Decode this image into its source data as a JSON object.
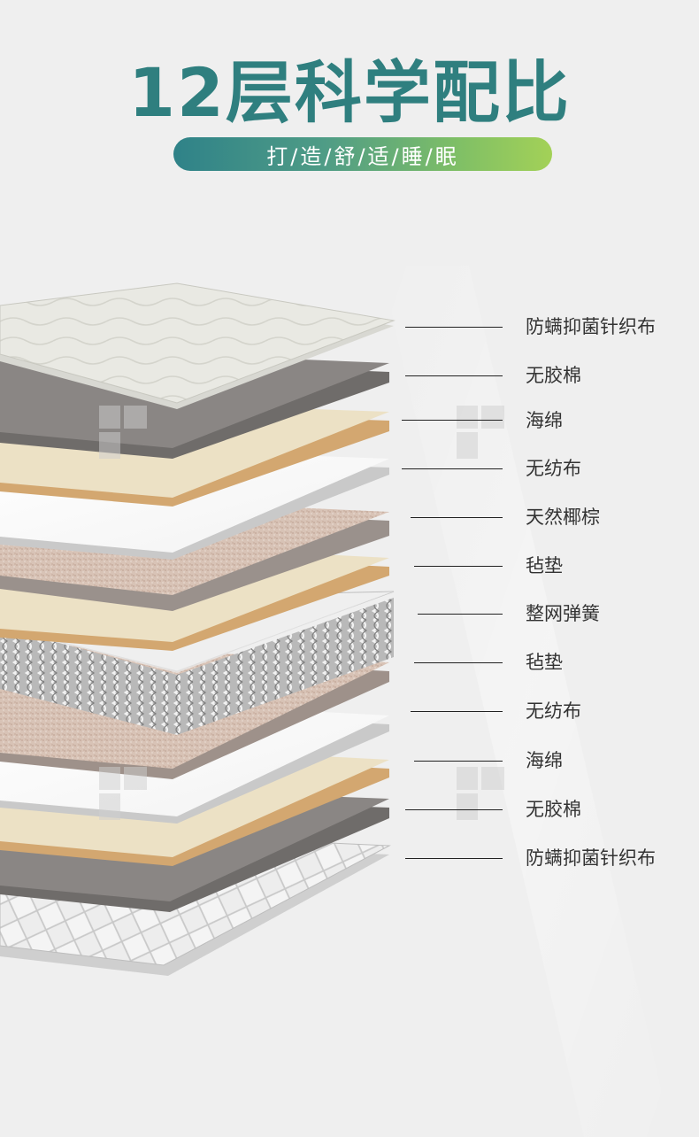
{
  "header": {
    "title": "12层科学配比",
    "subtitle": "打/造/舒/适/睡/眠"
  },
  "layers": [
    {
      "label": "防螨抑菌针织布",
      "material": "quilted-knit-top"
    },
    {
      "label": "无胶棉",
      "material": "grey-felt"
    },
    {
      "label": "海绵",
      "material": "beige-foam"
    },
    {
      "label": "无纺布",
      "material": "white-nonwoven"
    },
    {
      "label": "天然椰棕",
      "material": "coir-fiber"
    },
    {
      "label": "毡垫",
      "material": "beige-felt"
    },
    {
      "label": "整网弹簧",
      "material": "spring-core"
    },
    {
      "label": "毡垫",
      "material": "coir-felt"
    },
    {
      "label": "无纺布",
      "material": "white-nonwoven"
    },
    {
      "label": "海绵",
      "material": "beige-foam"
    },
    {
      "label": "无胶棉",
      "material": "grey-felt"
    },
    {
      "label": "防螨抑菌针织布",
      "material": "quilted-diamond-bottom"
    }
  ],
  "colors": {
    "title": "#2f7f7f",
    "pill_start": "#2f8288",
    "pill_end": "#a3d157",
    "background": "#efefef"
  }
}
